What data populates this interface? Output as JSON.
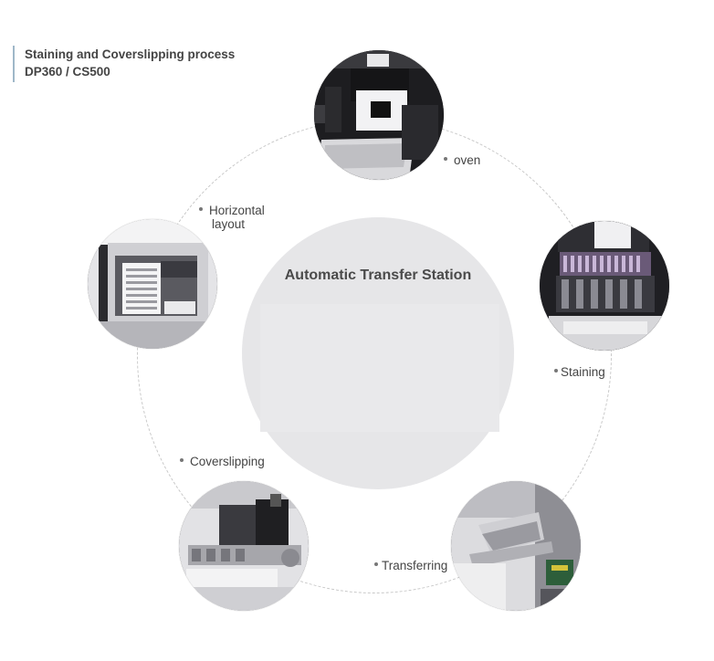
{
  "header": {
    "line1": "Staining and Coverslipping process",
    "line2": "DP360 / CS500"
  },
  "center": {
    "title": "Automatic Transfer Station"
  },
  "steps": [
    {
      "label": "oven",
      "icon": "oven-photo"
    },
    {
      "label": "Staining",
      "icon": "staining-rack-photo"
    },
    {
      "label": "Transferring",
      "icon": "transfer-tray-photo"
    },
    {
      "label": "Coverslipping",
      "icon": "coverslipper-photo"
    },
    {
      "label_line1": "Horizontal",
      "label_line2": "layout",
      "icon": "horizontal-slide-rack-photo"
    }
  ],
  "colors": {
    "header_accent": "#9fb7c8",
    "center_circle": "#e6e6e8",
    "ring": "#c8c8c8"
  }
}
